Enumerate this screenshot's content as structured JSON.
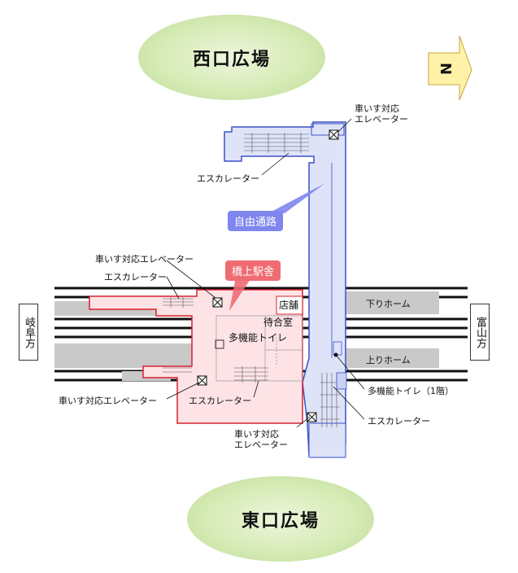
{
  "plazas": {
    "west": "西口広場",
    "east": "東口広場"
  },
  "north_marker": {
    "letter": "N",
    "color": "#fff2a8"
  },
  "directions": {
    "gifu": "岐阜方",
    "toyama": "富山方"
  },
  "platforms": {
    "down": "下りホーム",
    "up": "上りホーム"
  },
  "areas": {
    "free_passage": {
      "label": "自由通路",
      "color": "#7f86ee"
    },
    "bridge_station": {
      "label": "橋上駅舎",
      "color": "#ef6c73"
    },
    "shop": "店舗",
    "waiting_room": "待合室",
    "multi_toilet": "多機能トイレ"
  },
  "callouts": {
    "elevator_ne": [
      "車いす対応",
      "エレベーター"
    ],
    "escalator_n": "エスカレーター",
    "elevator_w": "車いす対応エレベーター",
    "escalator_w": "エスカレーター",
    "elevator_sw": "車いす対応エレベーター",
    "escalator_sw": "エスカレーター",
    "elevator_s": [
      "車いす対応",
      "エレベーター"
    ],
    "multi_toilet_1f": "多機能トイレ（1階）",
    "escalator_se": "エスカレーター"
  },
  "colors": {
    "passage_fill": "#dfe3f8",
    "passage_stroke": "#3a52c8",
    "station_fill": "#fde3e6",
    "station_stroke": "#d9202f",
    "track": "#111111",
    "platform": "#c9c9c9"
  }
}
